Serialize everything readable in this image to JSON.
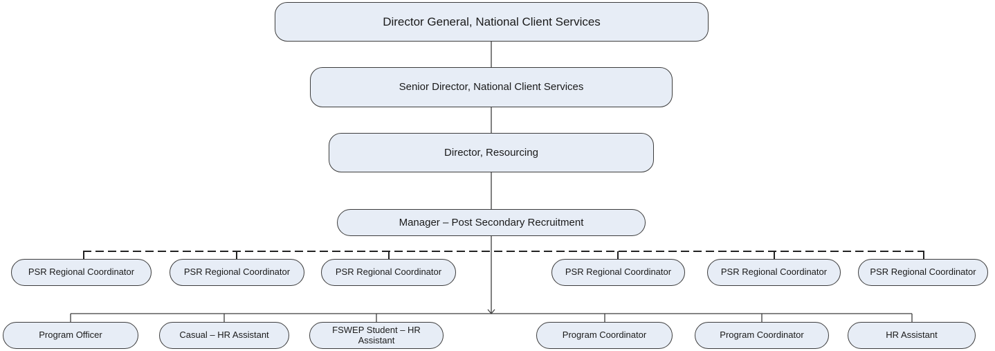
{
  "title": "Post Secondary Recruitment Organizational Chart",
  "colors": {
    "box_fill": "#e7edf6",
    "box_border": "#3c3c3c",
    "line": "#3c3c3c"
  },
  "hierarchy": {
    "director_general": "Director General, National Client Services",
    "senior_director": "Senior Director, National Client Services",
    "director": "Director, Resourcing",
    "manager": "Manager – Post Secondary Recruitment"
  },
  "regional_coordinators": [
    {
      "label": "PSR Regional Coordinator",
      "reporting": "dotted"
    },
    {
      "label": "PSR Regional Coordinator",
      "reporting": "dotted"
    },
    {
      "label": "PSR Regional Coordinator",
      "reporting": "dotted"
    },
    {
      "label": "PSR Regional Coordinator",
      "reporting": "dotted"
    },
    {
      "label": "PSR Regional Coordinator",
      "reporting": "dotted"
    },
    {
      "label": "PSR Regional Coordinator",
      "reporting": "dotted"
    }
  ],
  "direct_reports": [
    {
      "label": "Program Officer",
      "reporting": "solid"
    },
    {
      "label": "Casual – HR Assistant",
      "reporting": "solid"
    },
    {
      "label": "FSWEP Student – HR Assistant",
      "reporting": "solid"
    },
    {
      "label": "Program Coordinator",
      "reporting": "solid"
    },
    {
      "label": "Program Coordinator",
      "reporting": "solid"
    },
    {
      "label": "HR Assistant",
      "reporting": "solid"
    }
  ]
}
